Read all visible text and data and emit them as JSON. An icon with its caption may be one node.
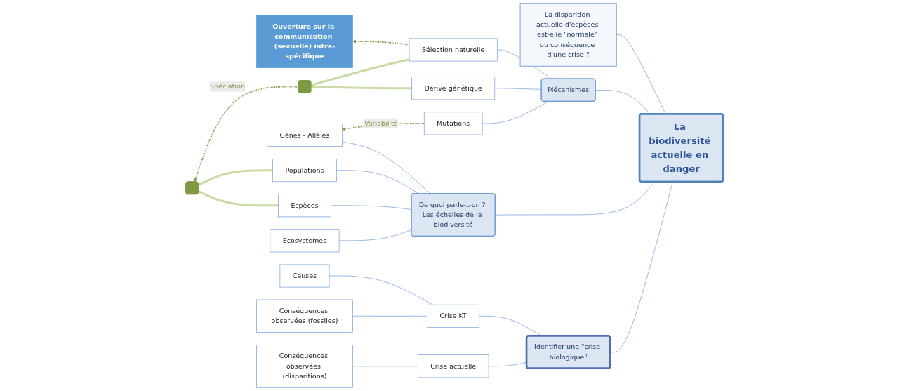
{
  "diagram": {
    "nodes": [
      {
        "text": [
          "La biodiversité actuelle en danger"
        ]
      },
      {
        "text": [
          "Mécanismes"
        ]
      },
      {
        "text": [
          "Sélection naturelle"
        ]
      },
      {
        "text": [
          "Dérive génétique"
        ]
      },
      {
        "text": [
          "Mutations"
        ]
      },
      {
        "text": [
          "Ouverture sur la communication (sexuelle) intra-spécifique"
        ]
      },
      {
        "text": [
          "La disparition actuelle d'espèces est-elle \"normale\" ou conséquence d'une crise ?"
        ]
      },
      {
        "text": [
          "De quoi parle-t-on ? Les échelles de la biodiversité"
        ]
      },
      {
        "text": [
          "Gènes - Allèles"
        ]
      },
      {
        "text": [
          "Populations"
        ]
      },
      {
        "text": [
          "Espèces"
        ]
      },
      {
        "text": [
          "Ecosystèmes"
        ]
      },
      {
        "text": [
          "Identifier une \"crise biologique\""
        ]
      },
      {
        "text": [
          "Crise KT"
        ]
      },
      {
        "text": [
          "Causes"
        ]
      },
      {
        "text": [
          "Conséquences observées (fossiles)"
        ]
      },
      {
        "text": [
          "Crise actuelle"
        ]
      },
      {
        "text": [
          "Conséquences observées (disparitions)"
        ]
      },
      {
        "text": [],
        "shape": "box"
      },
      {
        "text": [],
        "shape": "box"
      }
    ],
    "edges": [
      {
        "from": 0,
        "to": 6,
        "arrow": "none"
      },
      {
        "from": 0,
        "to": 1,
        "arrow": "none"
      },
      {
        "from": 0,
        "to": 7,
        "arrow": "none"
      },
      {
        "from": 0,
        "to": 12,
        "arrow": "none"
      },
      {
        "from": 1,
        "to": 2,
        "arrow": "none"
      },
      {
        "from": 1,
        "to": 3,
        "arrow": "none"
      },
      {
        "from": 1,
        "to": 4,
        "arrow": "none"
      },
      {
        "from": 2,
        "to": 5,
        "arrow": "to",
        "style": "dashed",
        "color": "#7e9a44"
      },
      {
        "from": 7,
        "to": 8,
        "arrow": "none"
      },
      {
        "from": 7,
        "to": 9,
        "arrow": "none"
      },
      {
        "from": 7,
        "to": 10,
        "arrow": "none"
      },
      {
        "from": 7,
        "to": 11,
        "arrow": "none"
      },
      {
        "from": 12,
        "to": 13,
        "arrow": "none"
      },
      {
        "from": 12,
        "to": 16,
        "arrow": "none"
      },
      {
        "from": 13,
        "to": 14,
        "arrow": "none"
      },
      {
        "from": 13,
        "to": 15,
        "arrow": "none"
      },
      {
        "from": 16,
        "to": 17,
        "arrow": "none"
      },
      {
        "from": 2,
        "to": 18,
        "arrow": "none",
        "style": "thick",
        "color": "#c8dba4"
      },
      {
        "from": 3,
        "to": 18,
        "arrow": "none",
        "style": "thick",
        "color": "#c8dba4"
      },
      {
        "from": 9,
        "to": 19,
        "arrow": "none",
        "style": "thick",
        "color": "#c8dba4"
      },
      {
        "from": 10,
        "to": 19,
        "arrow": "none",
        "style": "thick",
        "color": "#c8dba4"
      },
      {
        "from": 18,
        "to": 19,
        "label": "Spéciation",
        "arrow": "to",
        "style": "dashed",
        "color": "#7e9a44"
      },
      {
        "from": 4,
        "to": 8,
        "label": "Variabilité",
        "arrow": "to",
        "style": "dashed",
        "color": "#7e9a44"
      }
    ]
  }
}
